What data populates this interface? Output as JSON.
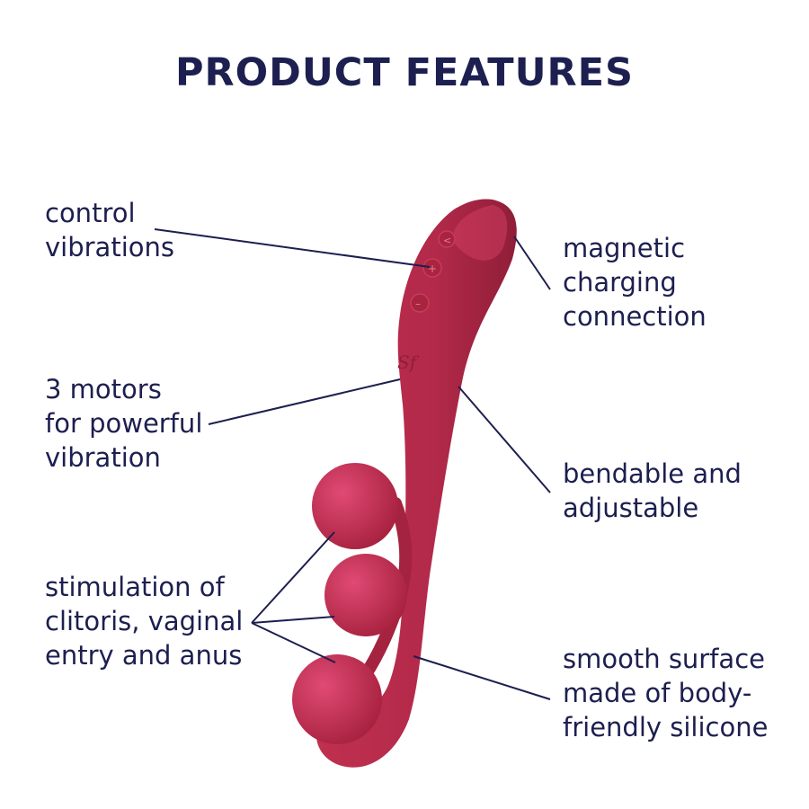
{
  "title": "PRODUCT FEATURES",
  "features": {
    "control": [
      "control",
      "vibrations"
    ],
    "motors": [
      "3 motors",
      "for powerful",
      "vibration"
    ],
    "stimulation": [
      "stimulation of",
      "clitoris, vaginal",
      "entry and anus"
    ],
    "magnetic": [
      "magnetic",
      "charging",
      "connection"
    ],
    "bendable": [
      "bendable and",
      "adjustable"
    ],
    "smooth": [
      "smooth surface",
      "made of body-",
      "friendly silicone"
    ]
  },
  "colors": {
    "text": "#1c1f4f",
    "product": "#b52a4e",
    "product_highlight": "#d4436a",
    "background": "#ffffff"
  }
}
